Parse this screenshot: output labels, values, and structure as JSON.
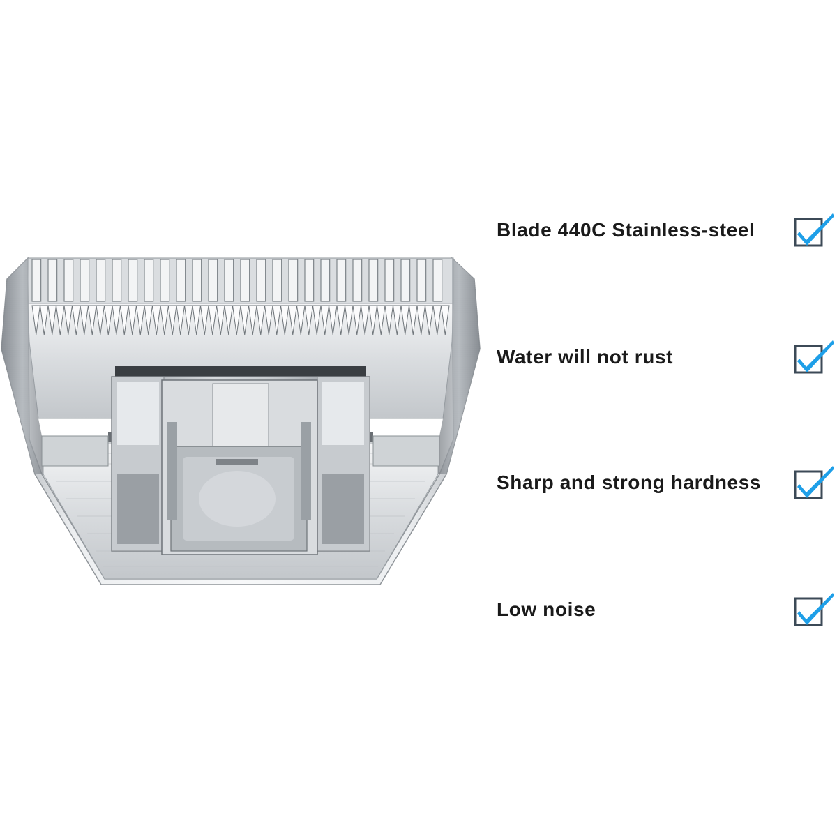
{
  "product": {
    "image_icon": "hair-clipper-blade-icon"
  },
  "features": [
    {
      "label": "Blade 440C Stainless-steel",
      "checked": true,
      "icon": "checkbox-checked-icon"
    },
    {
      "label": "Water will not rust",
      "checked": true,
      "icon": "checkbox-checked-icon"
    },
    {
      "label": "Sharp and strong hardness",
      "checked": true,
      "icon": "checkbox-checked-icon"
    },
    {
      "label": "Low noise",
      "checked": true,
      "icon": "checkbox-checked-icon"
    }
  ],
  "colors": {
    "check_accent": "#1e9fe8",
    "box_border": "#3c4a57",
    "text": "#1a1a1a",
    "steel_light": "#e6e8ea",
    "steel_dark": "#8a8f94"
  }
}
